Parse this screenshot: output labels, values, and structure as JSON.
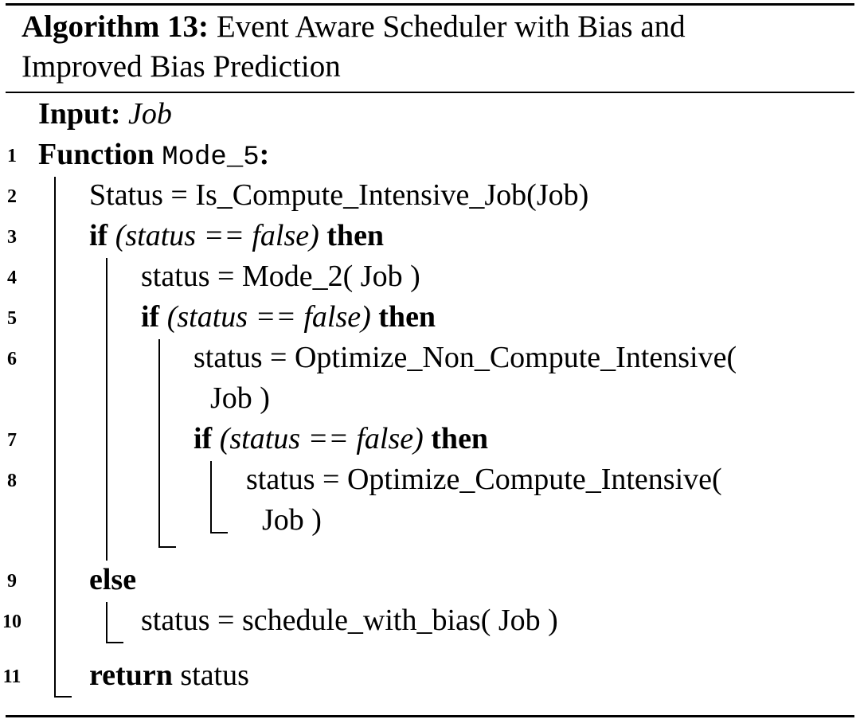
{
  "algorithm": {
    "label": "Algorithm 13:",
    "title_line1": "Event Aware Scheduler with Bias and",
    "title_line2": "Improved Bias Prediction",
    "input_label": "Input:",
    "input_value": "Job"
  },
  "line_numbers": [
    "1",
    "2",
    "3",
    "4",
    "5",
    "6",
    "7",
    "8",
    "9",
    "10",
    "11"
  ],
  "keywords": {
    "function": "Function",
    "if": "if",
    "then": "then",
    "else": "else",
    "return": "return"
  },
  "code": {
    "function_name": "Mode_5",
    "function_colon": ":",
    "line2": "Status = Is_Compute_Intensive_Job(Job)",
    "cond": "(status == false)",
    "line4": "status = Mode_2( Job )",
    "line6a": "status = Optimize_Non_Compute_Intensive(",
    "line6b": "Job )",
    "line8a": "status = Optimize_Compute_Intensive(",
    "line8b": "Job )",
    "line10": "status = schedule_with_bias( Job )",
    "line11": "status"
  }
}
